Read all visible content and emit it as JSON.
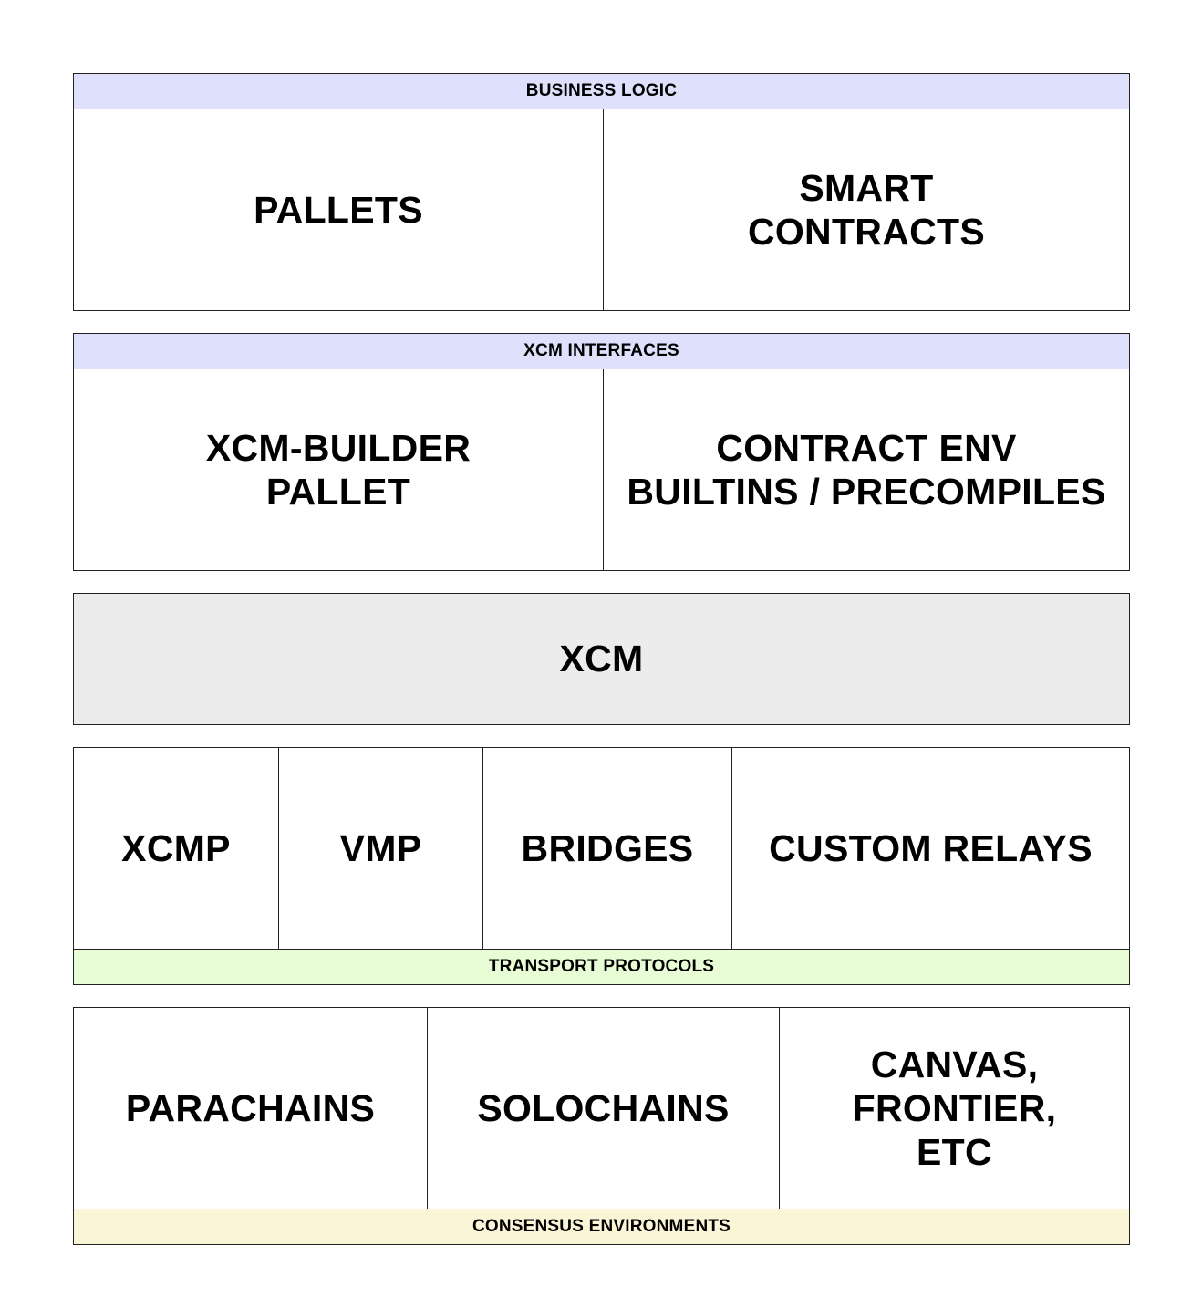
{
  "colors": {
    "interface_band": "#dfe0fb",
    "xcm_block": "#ececec",
    "transport_band": "#e8fcd6",
    "consensus_band": "#fbf5d8",
    "border": "#222222"
  },
  "business_logic": {
    "title": "BUSINESS LOGIC",
    "items": [
      "PALLETS",
      "SMART\nCONTRACTS"
    ]
  },
  "xcm_interfaces": {
    "title": "XCM INTERFACES",
    "items": [
      "XCM-BUILDER\nPALLET",
      "CONTRACT ENV\nBUILTINS / PRECOMPILES"
    ]
  },
  "xcm": {
    "label": "XCM"
  },
  "transport_protocols": {
    "title": "TRANSPORT PROTOCOLS",
    "items": [
      "XCMP",
      "VMP",
      "BRIDGES",
      "CUSTOM RELAYS"
    ]
  },
  "consensus_environments": {
    "title": "CONSENSUS ENVIRONMENTS",
    "items": [
      "PARACHAINS",
      "SOLOCHAINS",
      "CANVAS,\nFRONTIER,\nETC"
    ]
  }
}
